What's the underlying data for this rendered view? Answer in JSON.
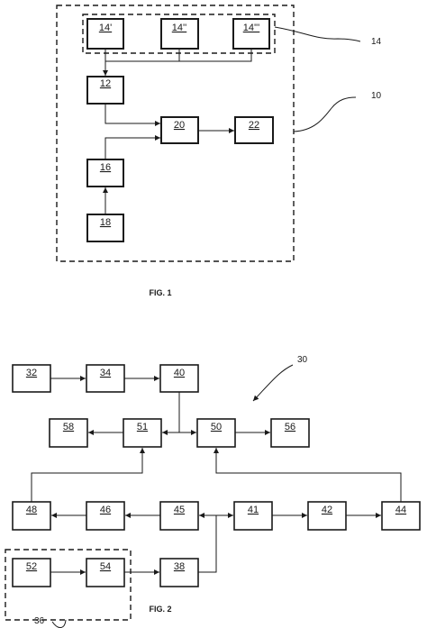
{
  "fig1": {
    "caption": "FIG. 1",
    "container_ref": "10",
    "group_ref": "14",
    "boxes": {
      "b14a": "14'",
      "b14b": "14''",
      "b14c": "14'''",
      "b12": "12",
      "b20": "20",
      "b22": "22",
      "b16": "16",
      "b18": "18"
    }
  },
  "fig2": {
    "caption": "FIG. 2",
    "system_ref": "30",
    "group_ref": "36",
    "boxes": {
      "b32": "32",
      "b34": "34",
      "b40": "40",
      "b58": "58",
      "b51": "51",
      "b50": "50",
      "b56": "56",
      "b48": "48",
      "b46": "46",
      "b45": "45",
      "b41": "41",
      "b42": "42",
      "b44": "44",
      "b52": "52",
      "b54": "54",
      "b38": "38"
    }
  }
}
